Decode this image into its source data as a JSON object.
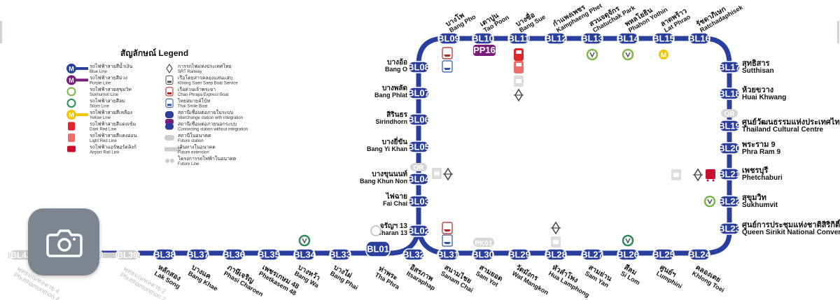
{
  "legend": {
    "title": "สัญลักษณ์ Legend",
    "items": [
      {
        "kind": "line",
        "icon": "M",
        "color": "#2a3f9d",
        "th": "รถไฟฟ้าสายสีน้ำเงิน",
        "en": "Blue Line"
      },
      {
        "kind": "line",
        "icon": "M",
        "color": "#7a1e7e",
        "th": "รถไฟฟ้าสายสีม่วง",
        "en": "Purple Line"
      },
      {
        "kind": "ring",
        "color": "#7ab648",
        "th": "รถไฟฟ้าสายสุขุมวิท",
        "en": "Sukhumvit Line"
      },
      {
        "kind": "ring",
        "color": "#2e8b57",
        "th": "รถไฟฟ้าสายสีลม",
        "en": "Silom Line"
      },
      {
        "kind": "line",
        "icon": "M",
        "color": "#f5c400",
        "th": "รถไฟฟ้าสายสีเหลือง",
        "en": "Yellow Line"
      },
      {
        "kind": "rail",
        "color": "#e0262b",
        "th": "รถไฟฟ้าสายสีแดงเข้ม",
        "en": "Dark Red Line"
      },
      {
        "kind": "rail",
        "color": "#f26b6b",
        "th": "รถไฟฟ้าสายสีแดงอ่อน",
        "en": "Light Red Line"
      },
      {
        "kind": "train",
        "color": "#c8102e",
        "th": "รถไฟฟ้าแอร์พอร์ตลิงก์",
        "en": "Airport Rail Link"
      },
      {
        "kind": "srt",
        "color": "#555555",
        "th": "การรถไฟแห่งประเทศไทย",
        "en": "SRT Railway"
      },
      {
        "kind": "boat",
        "color": "#555555",
        "th": "เรือโดยสารคลองแสนแสบ",
        "en": "Khlong Saen Saep Boat Service"
      },
      {
        "kind": "boat2",
        "color": "#b22222",
        "th": "เรือด่วนเจ้าพระยา",
        "en": "Chao Phraya Express Boat"
      },
      {
        "kind": "tboat",
        "color": "#2a55a8",
        "th": "ไทยสมายล์โบ้ท",
        "en": "Thai Smile Boat"
      },
      {
        "kind": "interchange",
        "color": "#2a3f9d",
        "th": "สถานีเชื่อมต่อภายในระบบ",
        "en": "Interchange station with integration"
      },
      {
        "kind": "connect",
        "color": "#2a3f9d",
        "th": "สถานีเชื่อมต่อภายนอกระบบ",
        "en": "Connecting station without integration"
      },
      {
        "kind": "future-st",
        "color": "#cccccc",
        "th": "สถานีในอนาคต",
        "en": "Future station"
      },
      {
        "kind": "future-ext",
        "color": "#cccccc",
        "th": "เส้นทางในอนาคต",
        "en": "Future extension"
      },
      {
        "kind": "future-line",
        "color": "#cccccc",
        "th": "โครงการรถไฟฟ้าในอนาคต",
        "en": "Future Line"
      }
    ]
  },
  "line_color": "#2a3f9d",
  "stations_top": [
    {
      "code": "BL09",
      "th": "บางโพ",
      "en": "Bang Pho"
    },
    {
      "code": "BL10",
      "th": "เตาปูน",
      "en": "Tao Poon"
    },
    {
      "code": "BL11",
      "th": "บางซื่อ",
      "en": "Bang Sue"
    },
    {
      "code": "BL12",
      "th": "กำแพงเพชร",
      "en": "Kamphaeng Phet"
    },
    {
      "code": "BL13",
      "th": "สวนจตุจักร",
      "en": "Chatuchak Park"
    },
    {
      "code": "BL14",
      "th": "พหลโยธิน",
      "en": "Phahon Yothin"
    },
    {
      "code": "BL15",
      "th": "ลาดพร้าว",
      "en": "Lat Phrao"
    },
    {
      "code": "BL16",
      "th": "รัชดาภิเษก",
      "en": "Ratchadaphisek"
    }
  ],
  "stations_right": [
    {
      "code": "BL17",
      "th": "สุทธิสาร",
      "en": "Sutthisan"
    },
    {
      "code": "BL18",
      "th": "ห้วยขวาง",
      "en": "Huai Khwang"
    },
    {
      "code": "BL19",
      "th": "ศูนย์วัฒนธรรมแห่งประเทศไทย",
      "en": "Thailand Cultural Centre"
    },
    {
      "code": "BL20",
      "th": "พระราม 9",
      "en": "Phra Ram 9"
    },
    {
      "code": "BL21",
      "th": "เพชรบุรี",
      "en": "Phetchaburi"
    },
    {
      "code": "BL22",
      "th": "สุขุมวิท",
      "en": "Sukhumvit"
    },
    {
      "code": "BL23",
      "th": "ศูนย์การประชุมแห่งชาติสิริกิติ์",
      "en": "Queen Sirikit National Convention"
    }
  ],
  "stations_left": [
    {
      "code": "BL08",
      "th": "บางอ้อ",
      "en": "Bang O"
    },
    {
      "code": "BL07",
      "th": "บางพลัด",
      "en": "Bang Phlat"
    },
    {
      "code": "BL06",
      "th": "สิรินธร",
      "en": "Sirindhorn"
    },
    {
      "code": "BL05",
      "th": "บางยี่ขัน",
      "en": "Bang Yi Khan"
    },
    {
      "code": "BL04",
      "th": "บางขุนนนท์",
      "en": "Bang Khun Non"
    },
    {
      "code": "BL03",
      "th": "ไฟฉาย",
      "en": "Fai Chai"
    },
    {
      "code": "BL02",
      "th": "จรัญฯ 13",
      "en": "Charan 13"
    }
  ],
  "hub": {
    "code": "BL01",
    "th": "ท่าพระ",
    "en": "Tha Phra"
  },
  "stations_bottom": [
    {
      "code": "BL24",
      "th": "คลองเตย",
      "en": "Khlong Toei"
    },
    {
      "code": "BL25",
      "th": "ศูนย์ฯ",
      "en": "Lumphini"
    },
    {
      "code": "BL26",
      "th": "สีลม",
      "en": "Si Lom"
    },
    {
      "code": "BL27",
      "th": "สามย่าน",
      "en": "Sam Yan"
    },
    {
      "code": "BL28",
      "th": "หัวลำโพง",
      "en": "Hua Lamphong"
    },
    {
      "code": "BL29",
      "th": "วัดมังกร",
      "en": "Wat Mangkon"
    },
    {
      "code": "BL30",
      "th": "สามยอด",
      "en": "Sam Yot"
    },
    {
      "code": "BL31",
      "th": "สนามไชย",
      "en": "Sanam Chai"
    },
    {
      "code": "BL32",
      "th": "อิสรภาพ",
      "en": "Itsaraphap"
    }
  ],
  "stations_bottom_left": [
    {
      "code": "BL33",
      "th": "บางไผ่",
      "en": "Bang Phai"
    },
    {
      "code": "BL34",
      "th": "บางหว้า",
      "en": "Bang Wa"
    },
    {
      "code": "BL35",
      "th": "เพชรเกษม 48",
      "en": "Phetkasem 48"
    },
    {
      "code": "BL36",
      "th": "ภาษีเจริญ",
      "en": "Phasi Charoen"
    },
    {
      "code": "BL37",
      "th": "บางแค",
      "en": "Bang Khae"
    },
    {
      "code": "BL38",
      "th": "หลักสอง",
      "en": "Lak Song"
    }
  ],
  "future": [
    {
      "code": "BL39",
      "th": "พุทธมณฑลสาย 2",
      "en": "Phutthamonthon 2"
    },
    {
      "code": "BL40",
      "th": "",
      "en": ""
    },
    {
      "code": "BL41",
      "th": "",
      "en": ""
    },
    {
      "code": "BL42",
      "th": "พุทธมณฑลสาย 4",
      "en": "Phutthamonthon 4"
    }
  ],
  "interchange_top": "PP16",
  "future_bl30": "PK01",
  "future_bl03": "OR",
  "future_bl19": "OR"
}
